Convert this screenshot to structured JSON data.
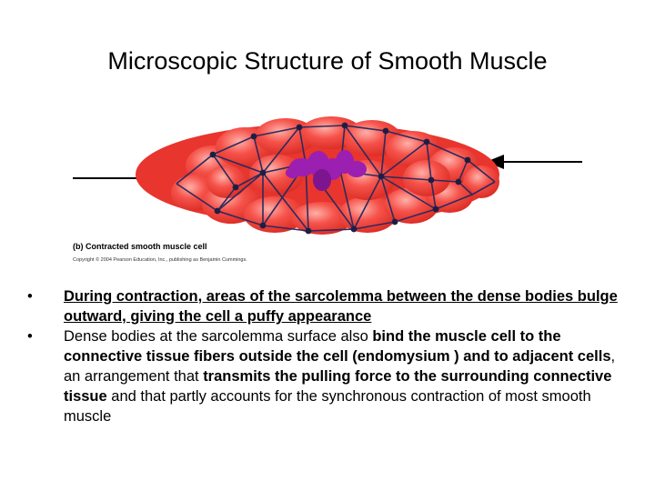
{
  "title": "Microscopic Structure of Smooth Muscle",
  "figure": {
    "caption_label": "(b)",
    "caption_text": "Contracted smooth muscle cell",
    "copyright": "Copyright © 2004 Pearson Education, Inc., publishing as Benjamin Cummings.",
    "colors": {
      "cell": "#ee3b32",
      "cell_highlight": "#ff8a82",
      "filaments": "#2b2b5e",
      "nucleus": "#9b1fb0"
    }
  },
  "bullets": [
    {
      "marker": "•",
      "parts": [
        {
          "text": "During contraction, areas of the sarcolemma between the dense bodies bulge outward, giving the cell a puffy appearance",
          "style": "bold-underline"
        }
      ]
    },
    {
      "marker": "•",
      "parts": [
        {
          "text": "Dense bodies at the sarcolemma surface also ",
          "style": "normal"
        },
        {
          "text": "bind the muscle cell to the connective tissue fibers outside the cell (endomysium ) and to adjacent cells",
          "style": "bold"
        },
        {
          "text": ", an arrangement that ",
          "style": "normal"
        },
        {
          "text": "transmits the pulling force to the surrounding connective tissue",
          "style": "bold"
        },
        {
          "text": " and that partly accounts for the synchronous contraction of most smooth muscle",
          "style": "normal"
        }
      ]
    }
  ]
}
